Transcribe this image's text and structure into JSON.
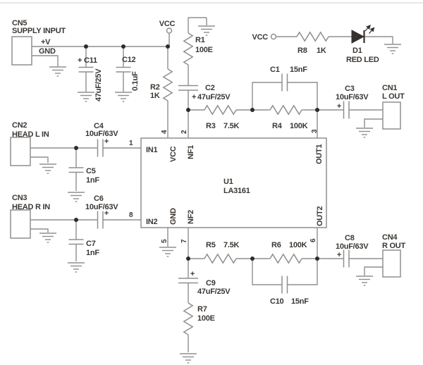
{
  "colors": {
    "background": "#ffffff",
    "wire": "#8f8f8f",
    "ink": "#3b3733",
    "junction": "#2e2b28",
    "led_fill": "#35312e",
    "top_border": "#cfcfcf"
  },
  "power": {
    "vcc_main": "VCC",
    "vcc_led": "VCC"
  },
  "connectors": {
    "cn5": {
      "ref": "CN5",
      "name": "SUPPLY INPUT",
      "pin_plus": "+V",
      "pin_gnd": "GND"
    },
    "cn2": {
      "ref": "CN2",
      "name": "HEAD L IN"
    },
    "cn3": {
      "ref": "CN3",
      "name": "HEAD R IN"
    },
    "cn1": {
      "ref": "CN1",
      "name": "L OUT"
    },
    "cn4": {
      "ref": "CN4",
      "name": "R OUT"
    }
  },
  "ic": {
    "ref": "U1",
    "part": "LA3161",
    "pins": {
      "p1": {
        "num": "1",
        "name": "IN1"
      },
      "p2": {
        "num": "2",
        "name": "NF1"
      },
      "p3": {
        "num": "3",
        "name": "OUT1"
      },
      "p4": {
        "num": "4",
        "name": "VCC"
      },
      "p5": {
        "num": "5",
        "name": "GND"
      },
      "p6": {
        "num": "6",
        "name": "OUT2"
      },
      "p7": {
        "num": "7",
        "name": "NF2"
      },
      "p8": {
        "num": "8",
        "name": "IN2"
      }
    }
  },
  "resistors": {
    "r1": {
      "ref": "R1",
      "value": "100E"
    },
    "r2": {
      "ref": "R2",
      "value": "1K"
    },
    "r3": {
      "ref": "R3",
      "value": "7.5K"
    },
    "r4": {
      "ref": "R4",
      "value": "100K"
    },
    "r5": {
      "ref": "R5",
      "value": "7.5K"
    },
    "r6": {
      "ref": "R6",
      "value": "100K"
    },
    "r7": {
      "ref": "R7",
      "value": "100E"
    },
    "r8": {
      "ref": "R8",
      "value": "1K"
    }
  },
  "capacitors": {
    "c1": {
      "ref": "C1",
      "value": "15nF"
    },
    "c2": {
      "ref": "C2",
      "value": "47uF/25V",
      "polarity": "+"
    },
    "c3": {
      "ref": "C3",
      "value": "10uF/63V",
      "polarity": "+"
    },
    "c4": {
      "ref": "C4",
      "value": "10uF/63V",
      "polarity": "+"
    },
    "c5": {
      "ref": "C5",
      "value": "1nF"
    },
    "c6": {
      "ref": "C6",
      "value": "10uF/63V",
      "polarity": "+"
    },
    "c7": {
      "ref": "C7",
      "value": "1nF"
    },
    "c8": {
      "ref": "C8",
      "value": "10uF/63V",
      "polarity": "+"
    },
    "c9": {
      "ref": "C9",
      "value": "47uF/25V",
      "polarity": "+"
    },
    "c10": {
      "ref": "C10",
      "value": "15nF"
    },
    "c11": {
      "ref": "C11",
      "value": "47uF/25V",
      "polarity": "+"
    },
    "c12": {
      "ref": "C12",
      "value": "0.1uF"
    }
  },
  "diodes": {
    "d1": {
      "ref": "D1",
      "value": "RED LED"
    }
  }
}
